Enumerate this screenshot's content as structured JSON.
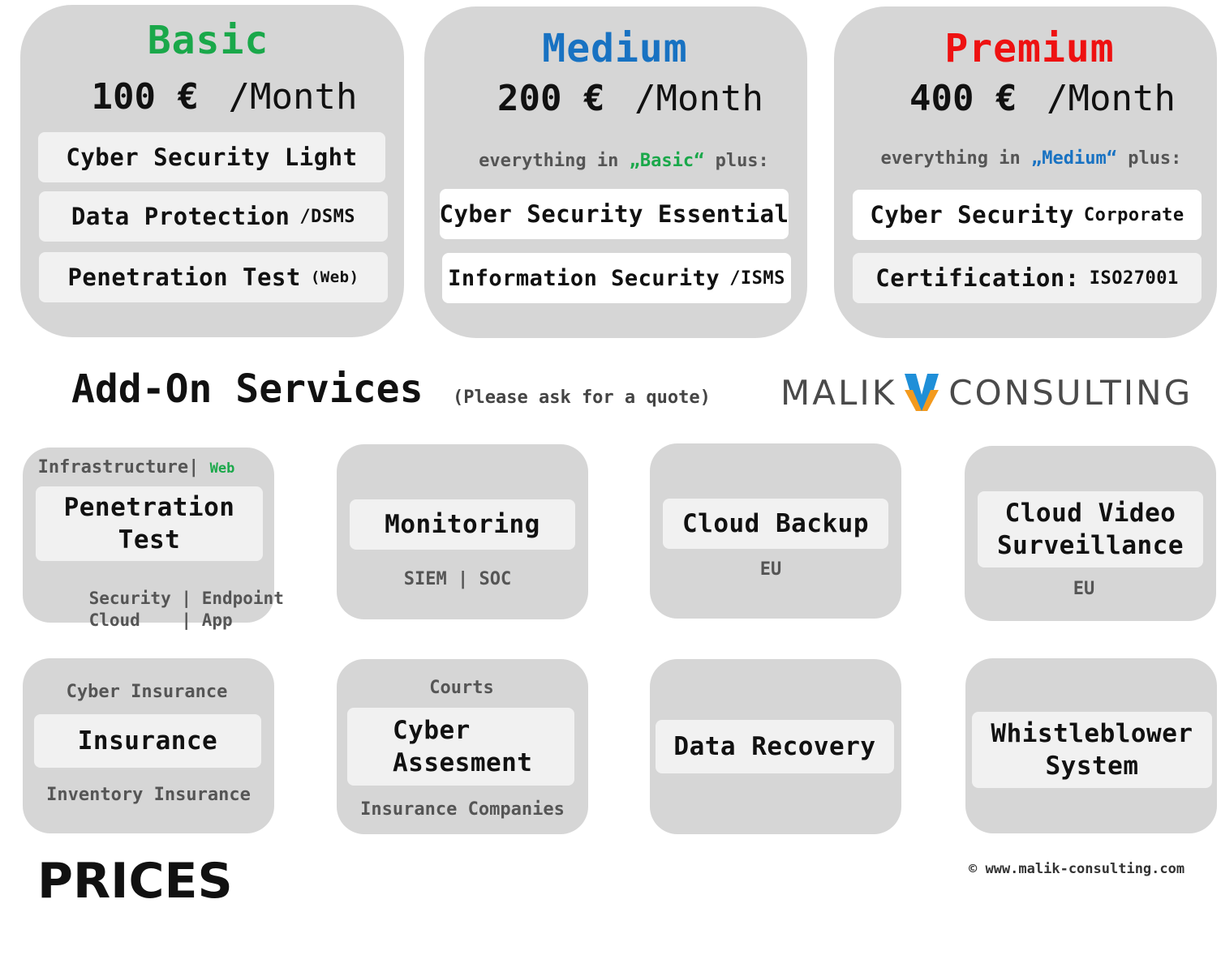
{
  "colors": {
    "basic": "#1aa84a",
    "medium": "#1872c2",
    "premium": "#ee1111",
    "card_bg": "#d6d6d6",
    "item_bg": "#f1f1f1",
    "logo_text": "#4a4a4a",
    "logo_v_blue": "#1f8fd8",
    "logo_v_orange": "#f39a1e"
  },
  "plans": [
    {
      "title": "Basic",
      "price": "100 €",
      "period": "/Month",
      "items": [
        {
          "main": "Cyber Security Light",
          "sub": ""
        },
        {
          "main": "Data Protection",
          "sub": "/DSMS"
        },
        {
          "main": "Penetration Test",
          "sub": "(Web)"
        }
      ]
    },
    {
      "title": "Medium",
      "price": "200 €",
      "period": "/Month",
      "note_pre": "everything in ",
      "note_ref": "„Basic“",
      "note_post": " plus:",
      "items": [
        {
          "main": "Cyber Security Essential",
          "sub": ""
        },
        {
          "main": "Information Security",
          "sub": "/ISMS"
        }
      ]
    },
    {
      "title": "Premium",
      "price": "400 €",
      "period": "/Month",
      "note_pre": "everything in ",
      "note_ref": "„Medium“",
      "note_post": " plus:",
      "items": [
        {
          "main": "Cyber Security",
          "sub": "Corporate"
        },
        {
          "main": "Certification:",
          "sub": "ISO27001"
        }
      ]
    }
  ],
  "addons": {
    "heading": "Add-On Services",
    "note": "(Please ask for a quote)"
  },
  "logo": {
    "left": "MALIK",
    "right": "CONSULTING",
    "icon": "v-logo-icon"
  },
  "services": {
    "pentest": {
      "top_a": "Infrastructure|",
      "top_b": "Web",
      "line1": "Penetration",
      "line2": "Test",
      "grid": [
        "Security",
        "|",
        "Endpoint",
        "Cloud",
        "|",
        "App"
      ]
    },
    "monitoring": {
      "title": "Monitoring",
      "caption": "SIEM | SOC"
    },
    "backup": {
      "title": "Cloud Backup",
      "caption": "EU"
    },
    "video": {
      "line1": "Cloud Video",
      "line2": "Surveillance",
      "caption": "EU"
    },
    "insurance": {
      "top": "Cyber Insurance",
      "title": "Insurance",
      "bottom": "Inventory Insurance"
    },
    "assessment": {
      "top": "Courts",
      "line1": "Cyber",
      "line2": "Assesment",
      "bottom": "Insurance Companies"
    },
    "recovery": {
      "title": "Data Recovery"
    },
    "whistle": {
      "line1": "Whistleblower",
      "line2": "System"
    }
  },
  "footer": {
    "title": "PRICES",
    "copyright": "© www.malik-consulting.com"
  }
}
